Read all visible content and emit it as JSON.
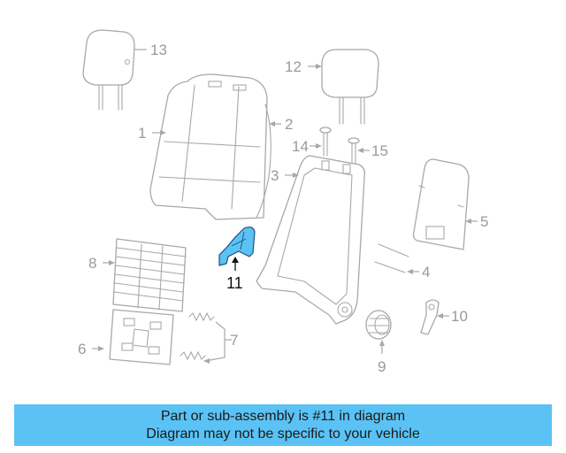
{
  "callouts": {
    "c1": "1",
    "c2": "2",
    "c3": "3",
    "c4": "4",
    "c5": "5",
    "c6": "6",
    "c7": "7",
    "c8": "8",
    "c9": "9",
    "c10": "10",
    "c11": "11",
    "c12": "12",
    "c13": "13",
    "c14": "14",
    "c15": "15"
  },
  "highlight": {
    "part_number": "11",
    "color": "#5bc2f5"
  },
  "banner": {
    "line1": "Part or sub-assembly is #11 in diagram",
    "line2": "Diagram may not be specific to your vehicle",
    "color": "#5bc2f5"
  }
}
